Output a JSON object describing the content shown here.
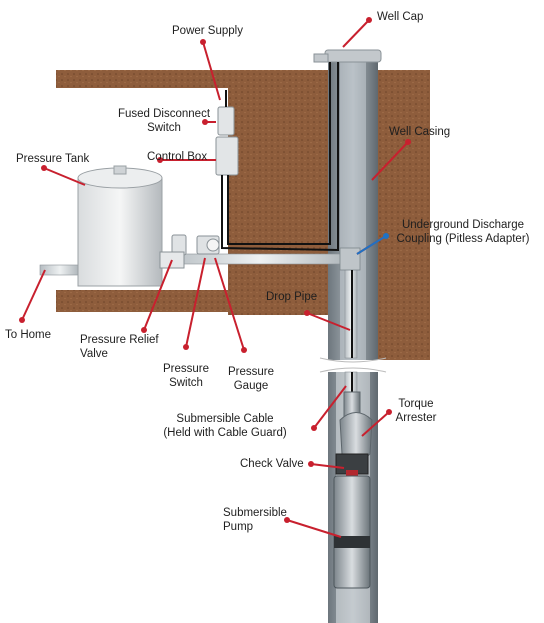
{
  "colors": {
    "leader": "#c8202e",
    "soil": "#8a5a3a",
    "casing": "#6f7a82",
    "pipe": "#c9d0d5",
    "cable": "#111111",
    "discharge_coupling_leader": "#1f72c4"
  },
  "labels": {
    "power_supply": "Power Supply",
    "well_cap": "Well Cap",
    "fused_disconnect_1": "Fused Disconnect",
    "fused_disconnect_2": "Switch",
    "control_box": "Control Box",
    "well_casing": "Well Casing",
    "pressure_tank": "Pressure Tank",
    "underground_discharge_1": "Underground Discharge",
    "underground_discharge_2": "Coupling (Pitless Adapter)",
    "drop_pipe": "Drop Pipe",
    "to_home": "To Home",
    "pressure_relief_1": "Pressure Relief",
    "pressure_relief_2": "Valve",
    "pressure_switch_1": "Pressure",
    "pressure_switch_2": "Switch",
    "pressure_gauge_1": "Pressure",
    "pressure_gauge_2": "Gauge",
    "submersible_cable_1": "Submersible Cable",
    "submersible_cable_2": "(Held with Cable Guard)",
    "torque_arrester_1": "Torque",
    "torque_arrester_2": "Arrester",
    "check_valve": "Check Valve",
    "submersible_pump_1": "Submersible",
    "submersible_pump_2": "Pump"
  }
}
